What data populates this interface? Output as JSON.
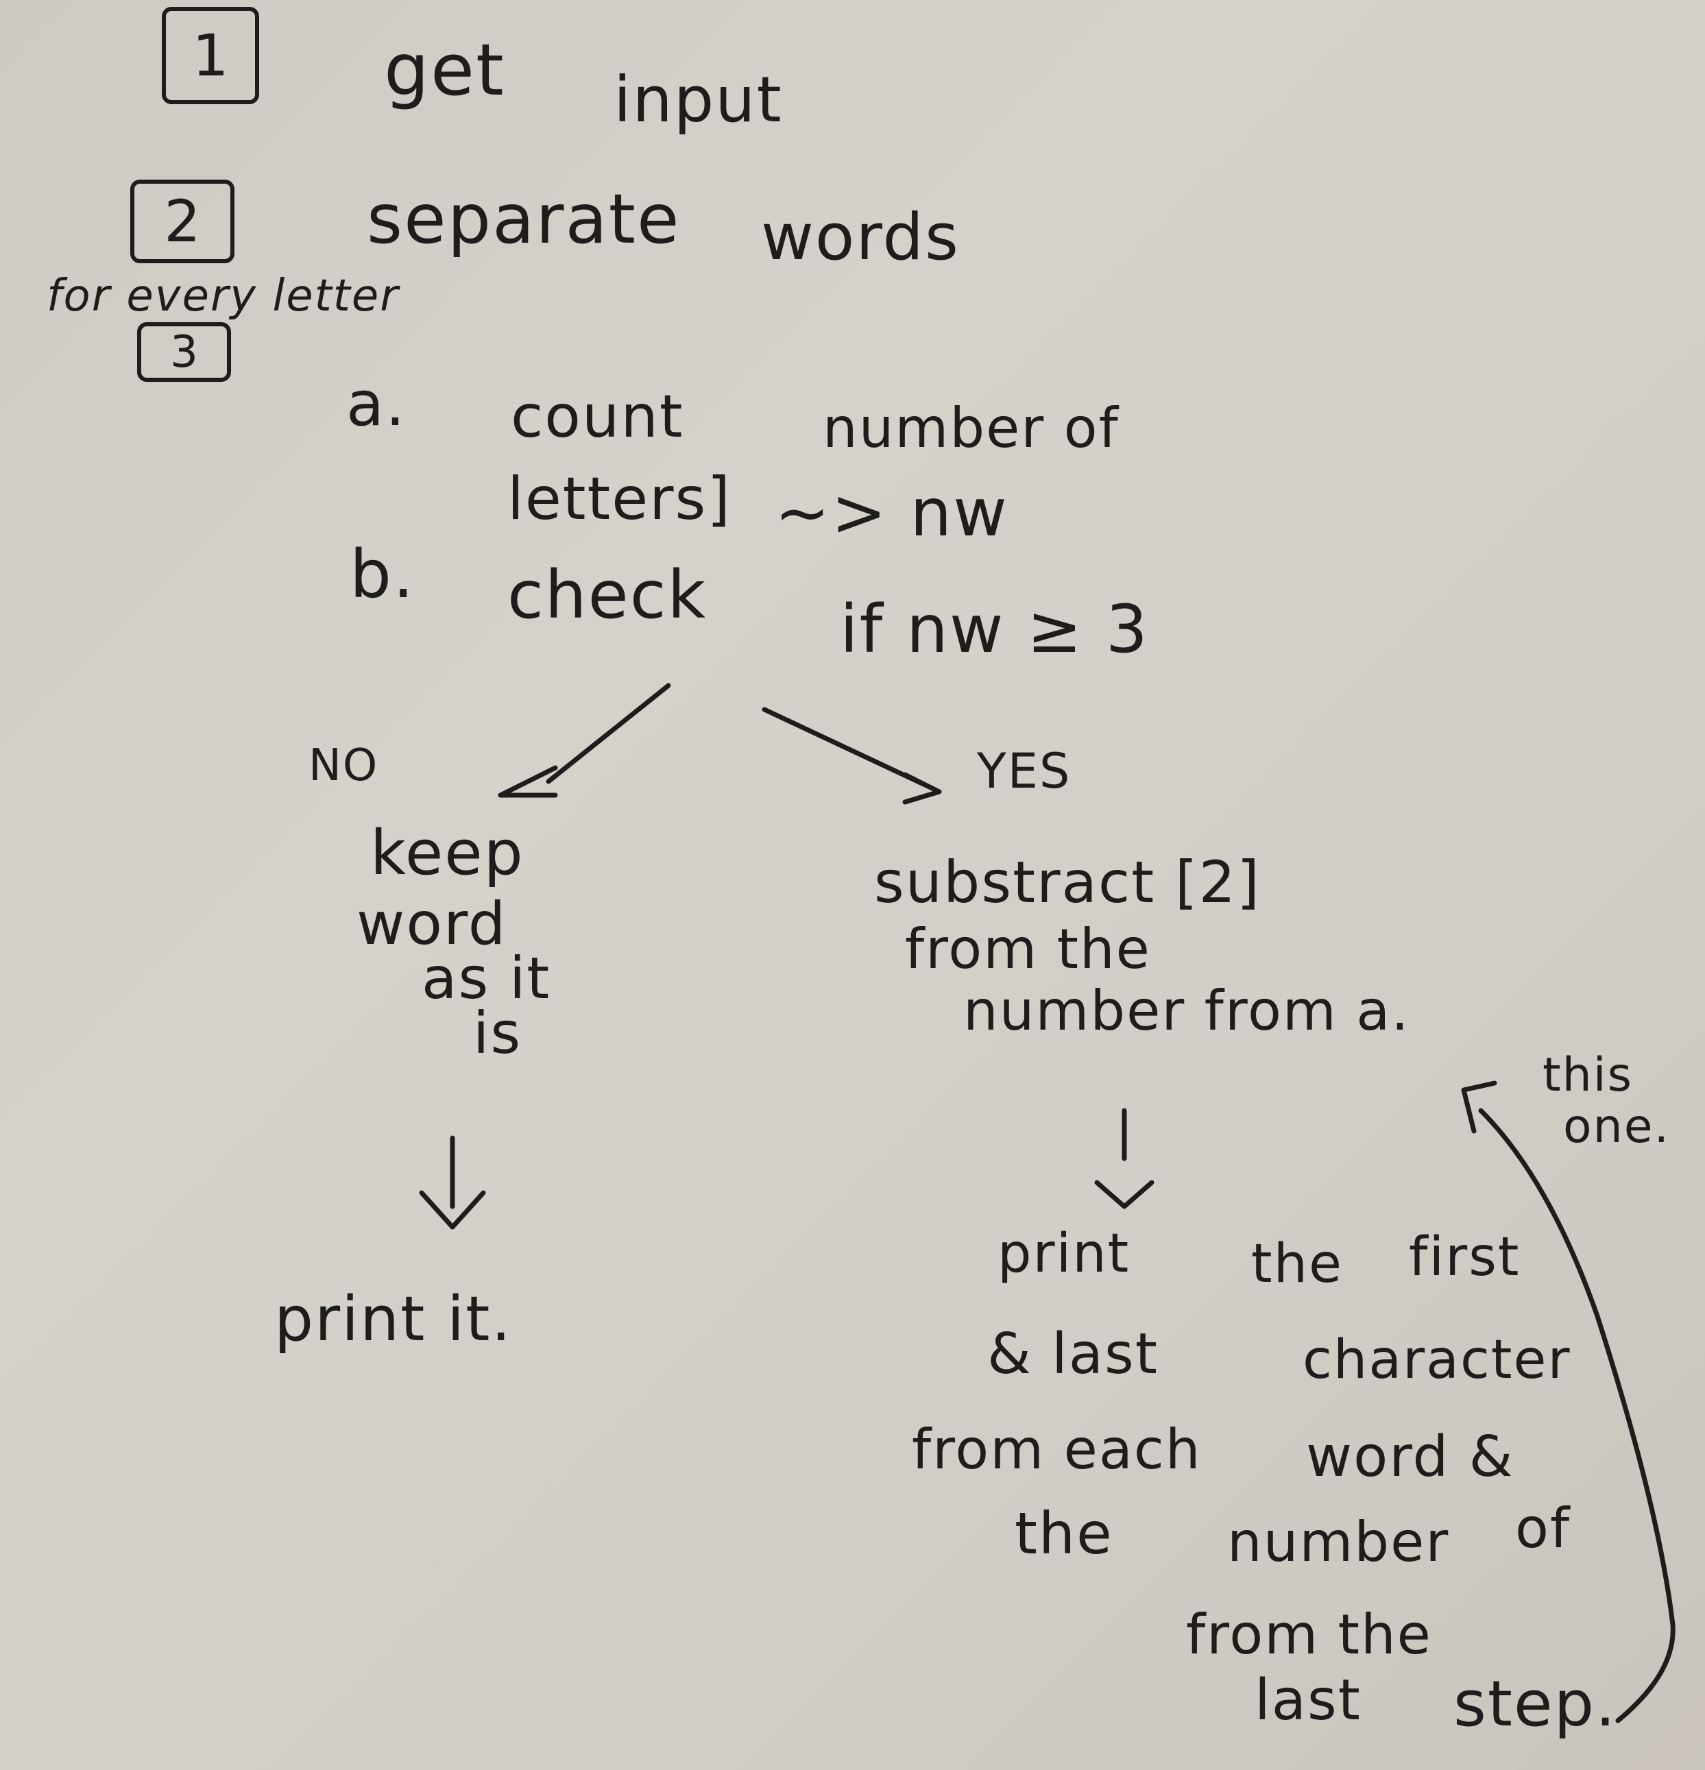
{
  "steps": {
    "s1": {
      "num": "1",
      "text_a": "get",
      "text_b": "input"
    },
    "s2": {
      "num": "2",
      "text_a": "separate",
      "text_b": "words"
    },
    "s3": {
      "num": "3",
      "note": "for every letter"
    }
  },
  "sub_a": {
    "marker": "a.",
    "line1_a": "count",
    "line1_b": "number of",
    "line2": "letters]",
    "result": "~> nw"
  },
  "sub_b": {
    "marker": "b.",
    "text": "check",
    "condition": "if nw ≥ 3"
  },
  "branch_no": {
    "label": "NO",
    "lines": [
      "keep",
      "word",
      "as it",
      "is"
    ],
    "action": "print it."
  },
  "branch_yes": {
    "label": "YES",
    "lines": [
      "substract [2]",
      "from the",
      "number from a."
    ],
    "print_lines": [
      "print",
      "the",
      "first",
      "& last",
      "character",
      "from each",
      "word &",
      "the",
      "number",
      "of",
      "from the",
      "last",
      "step."
    ],
    "note": [
      "this",
      "one."
    ]
  }
}
